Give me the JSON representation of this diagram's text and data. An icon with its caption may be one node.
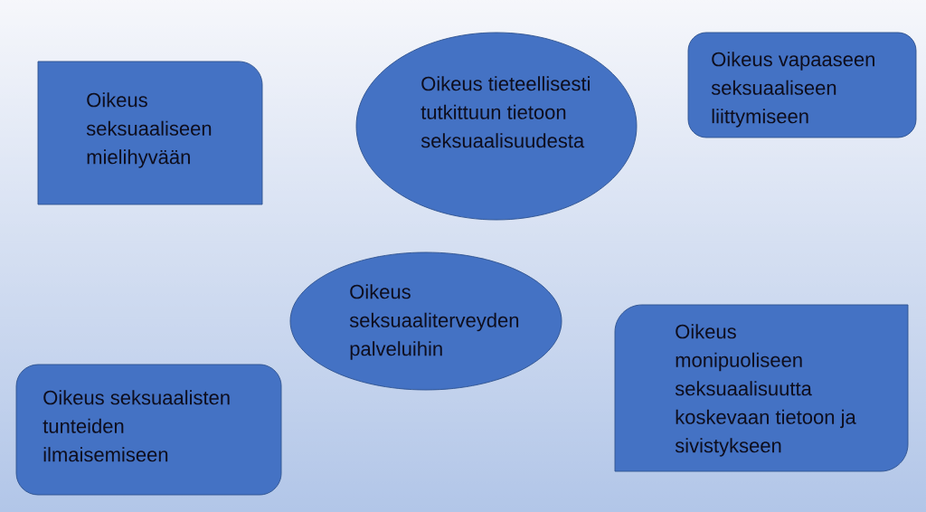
{
  "diagram": {
    "nodes": [
      {
        "text": [
          "Oikeus seksuaaliseen mielihyvään"
        ]
      },
      {
        "text": [
          "Oikeus tieteellisesti tutkittuun tietoon seksuaalisuudesta"
        ]
      },
      {
        "text": [
          "Oikeus vapaaseen seksuaaliseen liittymiseen"
        ]
      },
      {
        "text": [
          "Oikeus seksuaaliterveyden palveluihin"
        ]
      },
      {
        "text": [
          "Oikeus seksuaalisten tunteiden ilmaisemiseen"
        ]
      },
      {
        "text": [
          "Oikeus monipuoliseen seksuaalisuutta koskevaan tietoon ja sivistykseen"
        ]
      }
    ]
  }
}
